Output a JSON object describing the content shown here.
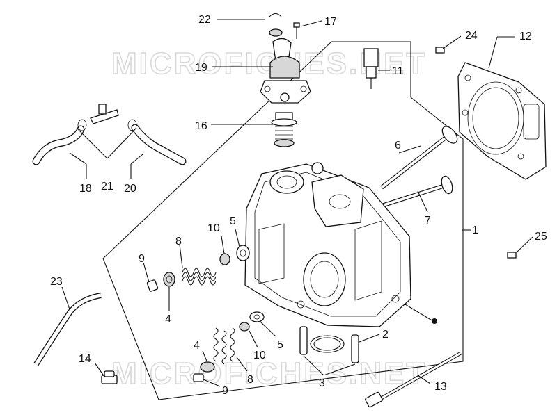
{
  "watermark": "MICROFICHES.NET",
  "callouts": [
    {
      "label": "22",
      "name": "callout-22"
    },
    {
      "label": "17",
      "name": "callout-17"
    },
    {
      "label": "24",
      "name": "callout-24"
    },
    {
      "label": "12",
      "name": "callout-12"
    },
    {
      "label": "19",
      "name": "callout-19"
    },
    {
      "label": "11",
      "name": "callout-11"
    },
    {
      "label": "16",
      "name": "callout-16"
    },
    {
      "label": "6",
      "name": "callout-6"
    },
    {
      "label": "18",
      "name": "callout-18"
    },
    {
      "label": "21",
      "name": "callout-21"
    },
    {
      "label": "20",
      "name": "callout-20"
    },
    {
      "label": "7",
      "name": "callout-7"
    },
    {
      "label": "10",
      "name": "callout-10-upper"
    },
    {
      "label": "5",
      "name": "callout-5-upper"
    },
    {
      "label": "1",
      "name": "callout-1"
    },
    {
      "label": "8",
      "name": "callout-8-upper"
    },
    {
      "label": "25",
      "name": "callout-25"
    },
    {
      "label": "9",
      "name": "callout-9-upper"
    },
    {
      "label": "23",
      "name": "callout-23"
    },
    {
      "label": "4",
      "name": "callout-4-upper"
    },
    {
      "label": "2",
      "name": "callout-2"
    },
    {
      "label": "5",
      "name": "callout-5-lower"
    },
    {
      "label": "4",
      "name": "callout-4-lower"
    },
    {
      "label": "10",
      "name": "callout-10-lower"
    },
    {
      "label": "14",
      "name": "callout-14"
    },
    {
      "label": "8",
      "name": "callout-8-lower"
    },
    {
      "label": "3",
      "name": "callout-3"
    },
    {
      "label": "13",
      "name": "callout-13"
    },
    {
      "label": "9",
      "name": "callout-9-lower"
    }
  ]
}
